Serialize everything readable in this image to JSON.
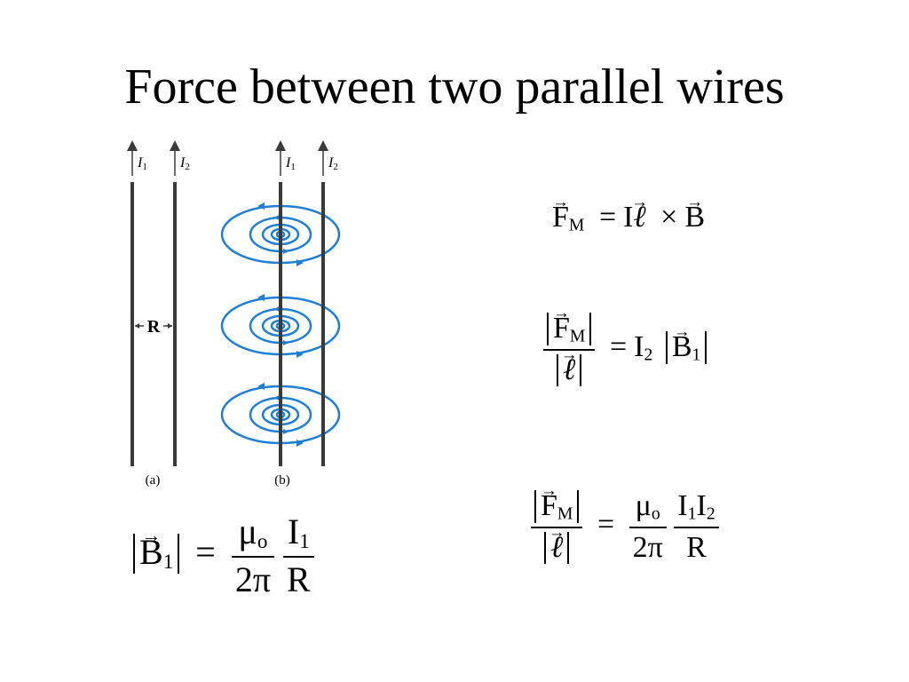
{
  "title": "Force between two parallel wires",
  "figure": {
    "current_label_1": "I",
    "current_sub_1": "1",
    "current_label_2": "I",
    "current_sub_2": "2",
    "separation_label": "R",
    "panel_a_label": "(a)",
    "panel_b_label": "(b)",
    "wire_color": "#3a3a3a",
    "field_line_color": "#1f7fd6"
  },
  "eq1": {
    "F": "F",
    "M": "M",
    "eq": "=",
    "I": "I",
    "ell": "ℓ",
    "times": "×",
    "B": "B"
  },
  "eq2": {
    "F": "F",
    "M": "M",
    "ell": "ℓ",
    "eq": "=",
    "I": "I",
    "two": "2",
    "B": "B",
    "one": "1"
  },
  "eq3": {
    "B": "B",
    "one": "1",
    "eq": "=",
    "mu": "μ",
    "o": "o",
    "two_pi": "2π",
    "I": "I",
    "I_sub": "1",
    "R": "R"
  },
  "eq4": {
    "F": "F",
    "M": "M",
    "ell": "ℓ",
    "eq": "=",
    "mu": "μ",
    "o": "o",
    "two_pi": "2π",
    "I1": "I",
    "s1": "1",
    "I2": "I",
    "s2": "2",
    "R": "R"
  }
}
